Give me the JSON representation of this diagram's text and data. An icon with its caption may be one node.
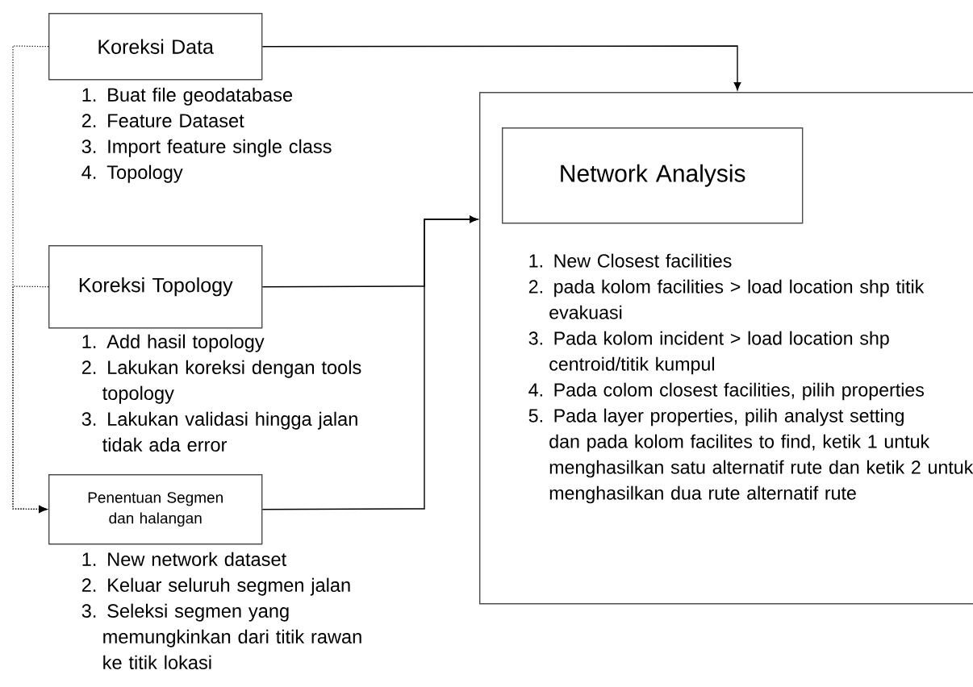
{
  "diagram": {
    "nodes": [
      {
        "text": [
          "Koreksi Data"
        ],
        "beside": [
          "1. Buat file geodatabase",
          "2. Feature Dataset",
          "3. Import feature single class",
          "4. Topology"
        ]
      },
      {
        "text": [
          "Koreksi Topology"
        ],
        "beside": [
          "1. Add hasil topology",
          "2. Lakukan koreksi dengan tools topology",
          "3. Lakukan validasi hingga jalan tidak ada error"
        ]
      },
      {
        "text": [
          "Penentuan Segmen dan halangan"
        ],
        "beside": [
          "1. New network dataset",
          "2. Keluar seluruh segmen jalan",
          "3. Seleksi segmen yang memungkinkan dari titik rawan ke titik lokasi"
        ]
      },
      {
        "text": [
          "1. New Closest facilities",
          "2. pada kolom facilities > load location shp titik evakuasi",
          "3. Pada kolom incident > load location shp centroid/titik kumpul",
          "4. Pada colom closest facilities, pilih properties",
          "5. Pada layer properties, pilih analyst setting dan pada kolom facilites to find, ketik 1 untuk menghasilkan satu alternatif rute dan ketik 2 untuk menghasilkan dua rute alternatif rute"
        ]
      },
      {
        "text": [
          "Network Analysis"
        ],
        "in": 3
      }
    ],
    "edges": [
      {
        "from": 0,
        "to": 3,
        "arrow": "to"
      },
      {
        "from": 1,
        "to": 3,
        "arrow": "to"
      },
      {
        "from": 2,
        "to": 3,
        "arrow": "to"
      },
      {
        "from": 0,
        "to": 2,
        "arrow": "to",
        "style": "dashed"
      },
      {
        "from": 1,
        "to": 2,
        "arrow": "to",
        "style": "dashed"
      }
    ]
  }
}
